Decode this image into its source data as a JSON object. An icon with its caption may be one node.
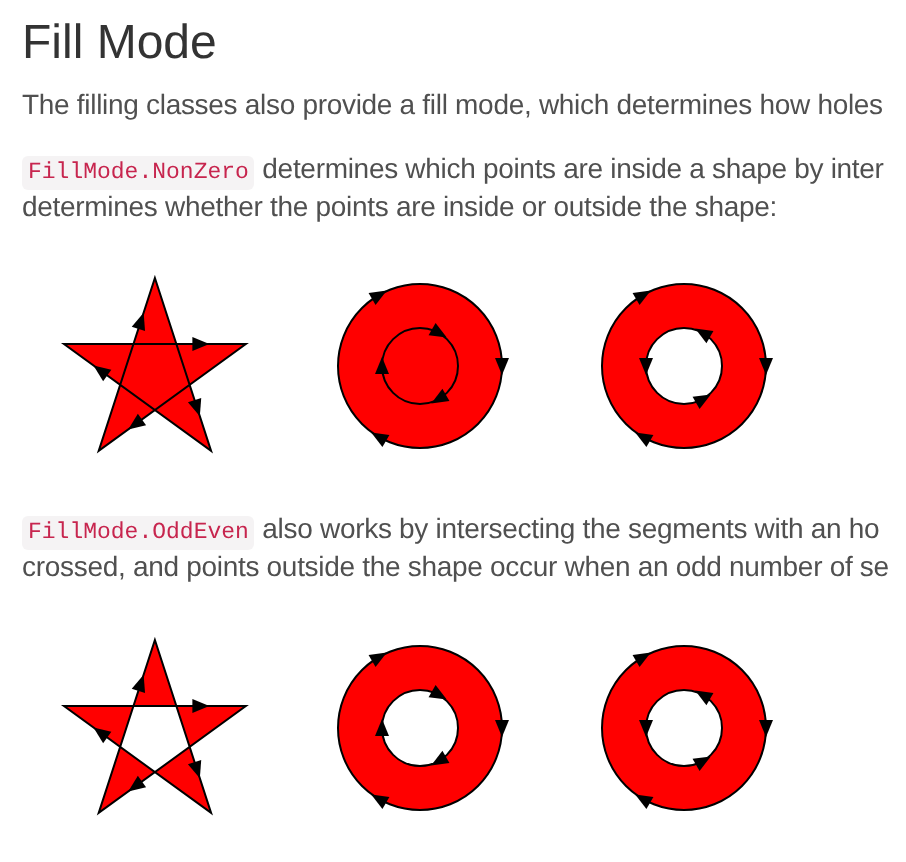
{
  "diagram": {
    "title": "Fill Mode",
    "labels": [
      "The filling classes also provide a fill mode, which determines how holes",
      "FillMode.NonZero",
      "determines which points are inside a shape by inter determines whether the points are inside or outside the shape:",
      "FillMode.OddEven",
      "also works by intersecting the segments with an ho crossed, and points outside the shape occur when an odd number of se"
    ]
  }
}
